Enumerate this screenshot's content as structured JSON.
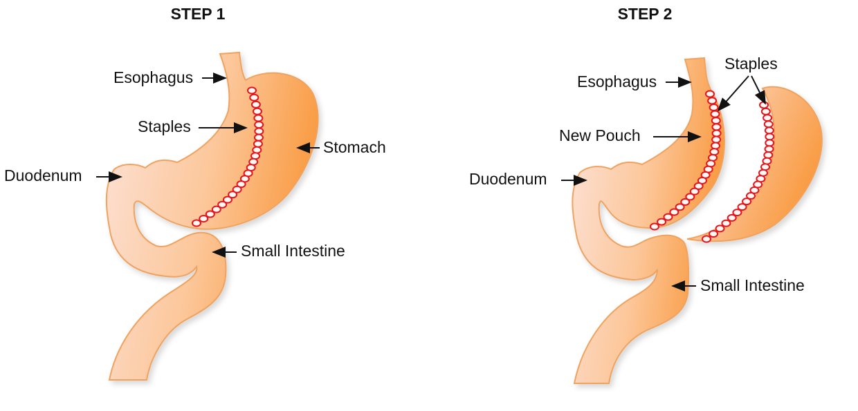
{
  "step1": {
    "title": "STEP 1",
    "labels": {
      "esophagus": "Esophagus",
      "staples": "Staples",
      "stomach": "Stomach",
      "duodenum": "Duodenum",
      "small_intestine": "Small Intestine"
    }
  },
  "step2": {
    "title": "STEP 2",
    "labels": {
      "esophagus": "Esophagus",
      "staples": "Staples",
      "new_pouch": "New Pouch",
      "duodenum": "Duodenum",
      "small_intestine": "Small Intestine"
    }
  },
  "colors": {
    "organ_light": "#fde3da",
    "organ_dark": "#f99a40",
    "organ_stroke": "#f0a25e",
    "staple": "#e8121a"
  }
}
